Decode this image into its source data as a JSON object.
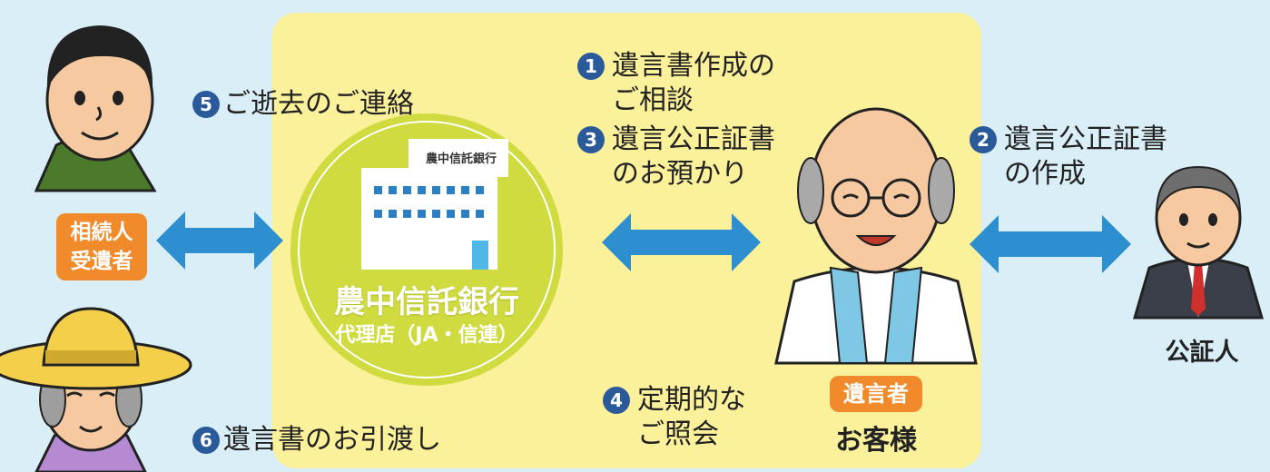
{
  "steps": {
    "s1": {
      "num": "1",
      "text": "遺言書作成の\nご相談"
    },
    "s2": {
      "num": "2",
      "text": "遺言公正証書\nの作成"
    },
    "s3": {
      "num": "3",
      "text": "遺言公正証書\nのお預かり"
    },
    "s4": {
      "num": "4",
      "text": "定期的な\nご照会"
    },
    "s5": {
      "num": "5",
      "text": "ご逝去のご連絡"
    },
    "s6": {
      "num": "6",
      "text": "遺言書のお引渡し"
    }
  },
  "bank": {
    "sign": "農中信託銀行",
    "name": "農中信託銀行",
    "sub": "代理店（JA・信連）"
  },
  "heirs_badge": {
    "line1": "相続人",
    "line2": "受遺者"
  },
  "testator": {
    "badge": "遺言者",
    "label": "お客様"
  },
  "notary": {
    "label": "公証人"
  },
  "colors": {
    "background": "#d9eef6",
    "panel": "#fbf19a",
    "circle": "#cfdb3e",
    "arrow": "#2e8fd0",
    "badge": "#f08a2a",
    "step_number": "#2a5a9a"
  }
}
